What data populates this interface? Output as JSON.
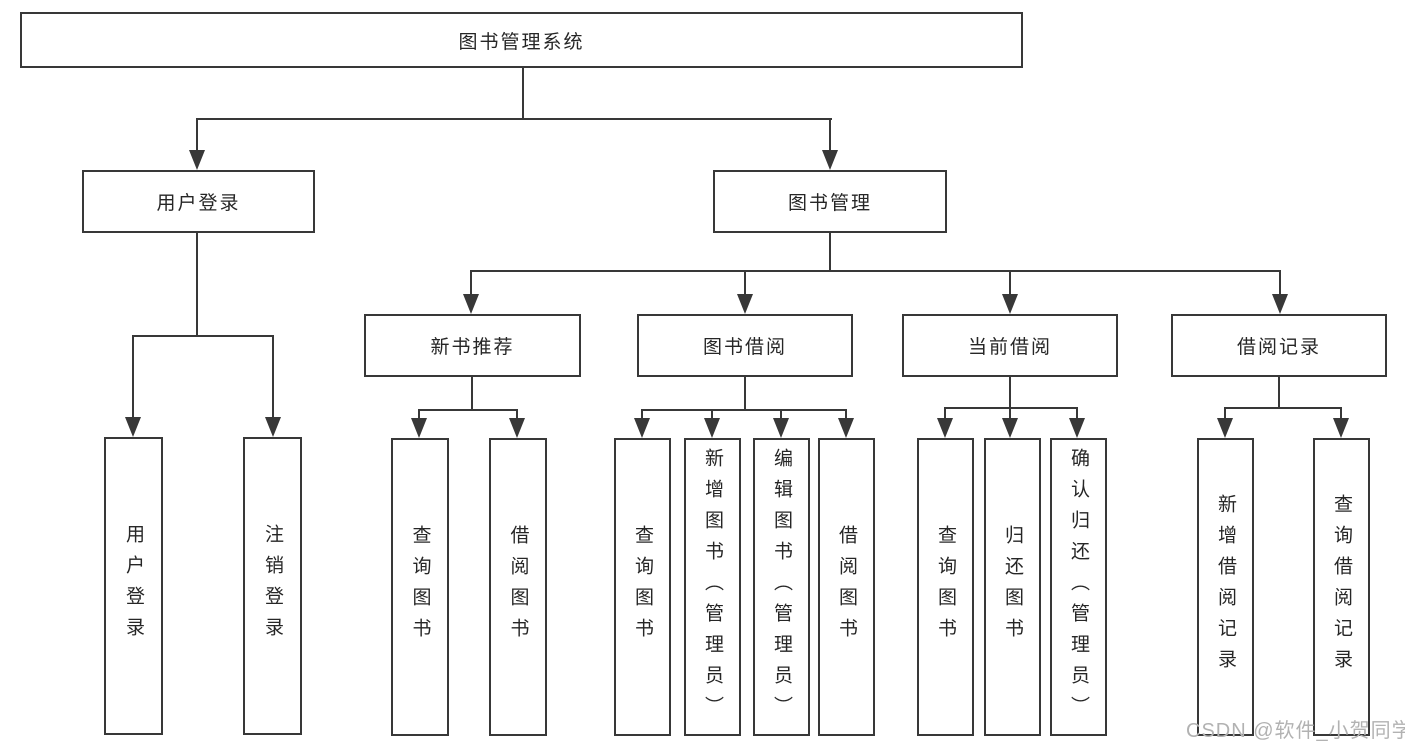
{
  "diagram": {
    "title": "图书管理系统",
    "root": {
      "label": "图书管理系统"
    },
    "level2": [
      {
        "id": "user-login",
        "label": "用户登录"
      },
      {
        "id": "book-management",
        "label": "图书管理"
      }
    ],
    "level3": [
      {
        "id": "new-book-recommend",
        "label": "新书推荐"
      },
      {
        "id": "book-borrow",
        "label": "图书借阅"
      },
      {
        "id": "current-borrow",
        "label": "当前借阅"
      },
      {
        "id": "borrow-records",
        "label": "借阅记录"
      }
    ],
    "leaves": {
      "user_login": [
        "用户登录",
        "注销登录"
      ],
      "new_books": [
        "查询图书",
        "借阅图书"
      ],
      "book_borrow": [
        "查询图书",
        "新增图书（管理员）",
        "编辑图书（管理员）",
        "借阅图书"
      ],
      "current_borrow": [
        "查询图书",
        "归还图书",
        "确认归还（管理员）"
      ],
      "borrow_records": [
        "新增借阅记录",
        "查询借阅记录"
      ]
    }
  },
  "watermark": {
    "text": "CSDN @软件_小贺同学"
  },
  "colors": {
    "line": "#383838",
    "box_border": "#383838",
    "text": "#262626",
    "watermark": "#b2b2b2",
    "background": "#ffffff"
  }
}
